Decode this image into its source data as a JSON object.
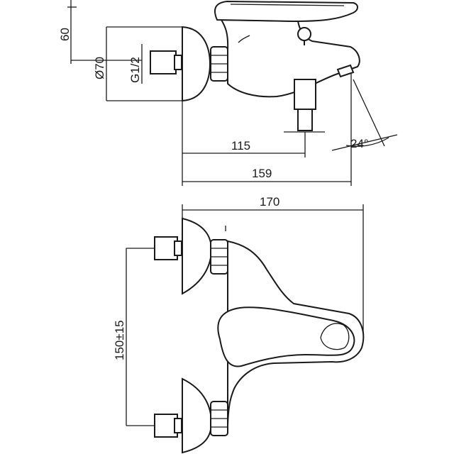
{
  "drawing": {
    "side_view": {
      "dim_height": "60",
      "dim_flange_diameter": "Ø70",
      "dim_thread": "G1/2",
      "dim_spout_reach": "115",
      "dim_overall_side": "159",
      "dim_spout_angle": "24°"
    },
    "top_view": {
      "dim_overall_width": "170",
      "dim_inlet_spacing": "150±15"
    }
  }
}
